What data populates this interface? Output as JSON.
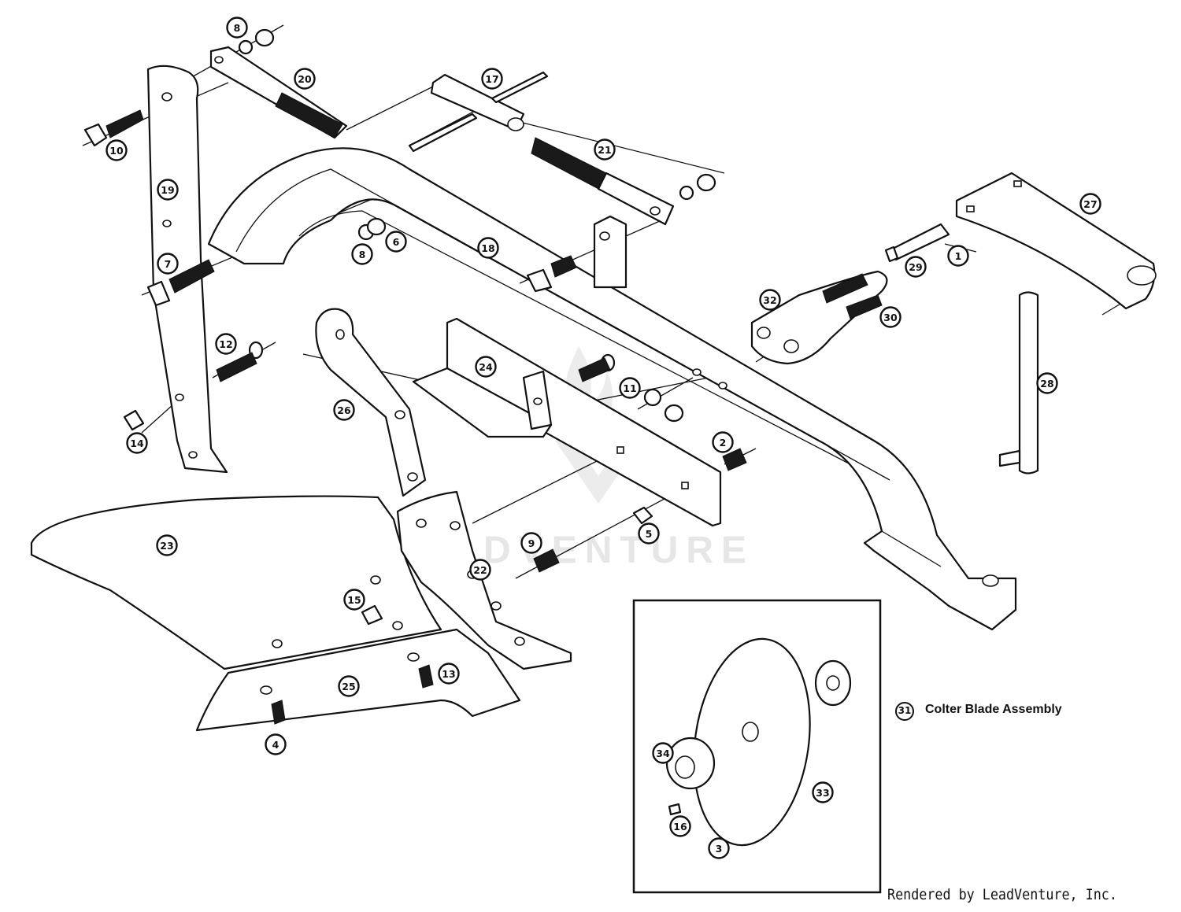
{
  "diagram": {
    "type": "exploded parts diagram",
    "callouts": [
      {
        "label": "1"
      },
      {
        "label": "2"
      },
      {
        "label": "3"
      },
      {
        "label": "4"
      },
      {
        "label": "5"
      },
      {
        "label": "6"
      },
      {
        "label": "7"
      },
      {
        "label": "8"
      },
      {
        "label": "8"
      },
      {
        "label": "9"
      },
      {
        "label": "10"
      },
      {
        "label": "11"
      },
      {
        "label": "12"
      },
      {
        "label": "13"
      },
      {
        "label": "14"
      },
      {
        "label": "15"
      },
      {
        "label": "16"
      },
      {
        "label": "17"
      },
      {
        "label": "18"
      },
      {
        "label": "19"
      },
      {
        "label": "20"
      },
      {
        "label": "21"
      },
      {
        "label": "22"
      },
      {
        "label": "23"
      },
      {
        "label": "24"
      },
      {
        "label": "25"
      },
      {
        "label": "26"
      },
      {
        "label": "27"
      },
      {
        "label": "28"
      },
      {
        "label": "29"
      },
      {
        "label": "30"
      },
      {
        "label": "32"
      },
      {
        "label": "33"
      },
      {
        "label": "34"
      }
    ],
    "inset": {
      "assembly_number": "31",
      "assembly_label": "Colter Blade Assembly"
    },
    "watermark": "LEADVENTURE",
    "credit": "Rendered by LeadVenture, Inc."
  }
}
